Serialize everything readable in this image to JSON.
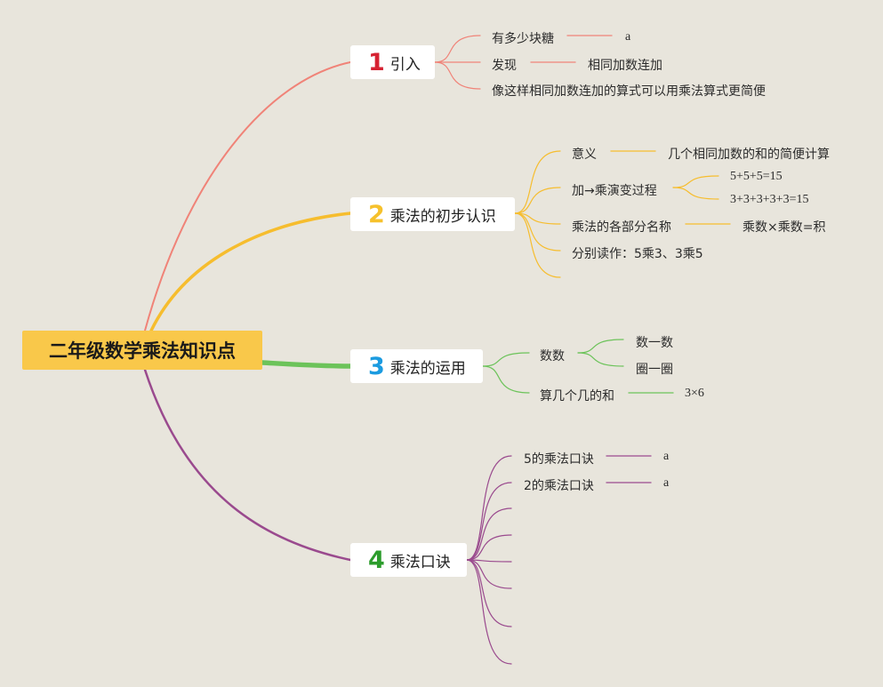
{
  "root": {
    "title": "二年级数学乘法知识点"
  },
  "colors": {
    "b1": "#f08378",
    "b2": "#f6bd2e",
    "b3": "#6cc35a",
    "b4": "#9a4a8e",
    "num1": "#d62232",
    "num2": "#f6c12c",
    "num3": "#1b9be0",
    "num4": "#2c9c2c"
  },
  "branches": [
    {
      "num": "1",
      "title": "引入",
      "items": [
        {
          "label": "有多少块糖",
          "value": "a"
        },
        {
          "label": "发现",
          "value": "相同加数连加"
        },
        {
          "label": "像这样相同加数连加的算式可以用乘法算式更简便"
        }
      ]
    },
    {
      "num": "2",
      "title": "乘法的初步认识",
      "items": [
        {
          "label": "意义",
          "value": "几个相同加数的和的简便计算"
        },
        {
          "label": "加→乘演变过程",
          "children": [
            "5+5+5=15",
            "3+3+3+3+3=15"
          ]
        },
        {
          "label": "乘法的各部分名称",
          "value": "乘数×乘数=积"
        },
        {
          "label": "分别读作：5乘3、3乘5"
        }
      ]
    },
    {
      "num": "3",
      "title": "乘法的运用",
      "items": [
        {
          "label": "数数",
          "children": [
            "数一数",
            "圈一圈"
          ]
        },
        {
          "label": "算几个几的和",
          "value": "3×6"
        }
      ]
    },
    {
      "num": "4",
      "title": "乘法口诀",
      "items": [
        {
          "label": "5的乘法口诀",
          "value": "a"
        },
        {
          "label": "2的乘法口诀",
          "value": "a"
        }
      ]
    }
  ]
}
